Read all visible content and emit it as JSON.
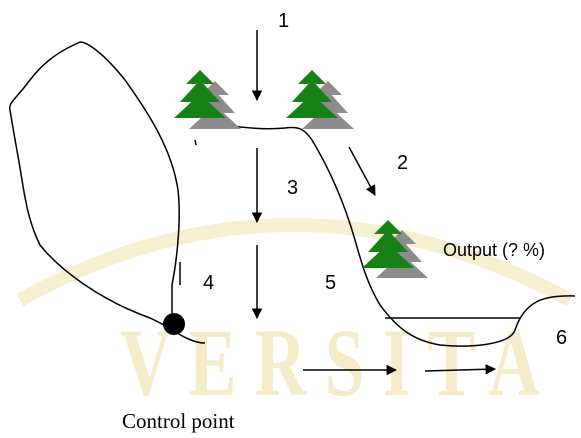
{
  "labels": {
    "step_1": "1",
    "step_2": "2",
    "step_3": "3",
    "step_4": "4",
    "step_5": "5",
    "step_6": "6",
    "output": "Output (? %)",
    "control_point": "Control point"
  },
  "watermark": {
    "text": "V E R S I T A",
    "color": "#f4ecc9"
  },
  "colors": {
    "tree_green": "#178017",
    "tree_shadow": "#8c8c8c",
    "line": "#000000"
  },
  "icons": [
    "tree-icon",
    "arrow-down-icon",
    "arrow-right-icon",
    "control-point-dot"
  ]
}
